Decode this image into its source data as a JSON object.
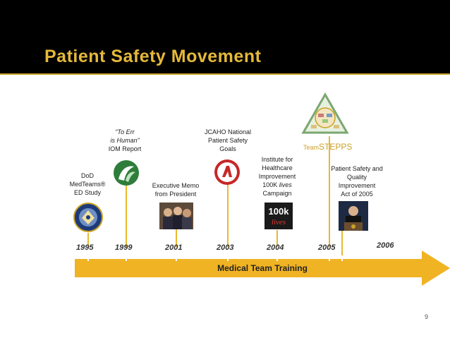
{
  "slide": {
    "title": "Patient Safety Movement",
    "page_number": "9"
  },
  "events": {
    "dod": [
      "DoD",
      "MedTeams®",
      "ED Study"
    ],
    "iom": [
      "“To Err",
      "is Human”",
      "IOM Report"
    ],
    "memo": [
      "Executive Memo",
      "from President"
    ],
    "jcaho": [
      "JCAHO National",
      "Patient Safety",
      "Goals"
    ],
    "ihi": [
      "Institute for",
      "Healthcare",
      "Improvement",
      "100K lives",
      "Campaign"
    ],
    "teamstepps": {
      "small": "Team",
      "big": "STEPPS"
    },
    "psqia": [
      "Patient Safety and",
      "Quality",
      "Improvement",
      "Act of 2005"
    ]
  },
  "years": [
    "1995",
    "1999",
    "2001",
    "2003",
    "2004",
    "2005",
    "2006"
  ],
  "timeline": {
    "arrow_label": "Medical Team Training",
    "accent_color": "#e8b92e",
    "arrow_color": "#f0b324"
  },
  "icons": {
    "dod": "dod-seal-icon",
    "iom": "iom-logo-icon",
    "memo": "president-photo",
    "jcaho": "jcaho-logo-icon",
    "ihi": "100k-lives-logo",
    "teamstepps": "teamstepps-triangle-logo",
    "psqia": "president-podium-photo"
  },
  "logo_text": {
    "ihi_logo": [
      "100k",
      "lives"
    ]
  }
}
